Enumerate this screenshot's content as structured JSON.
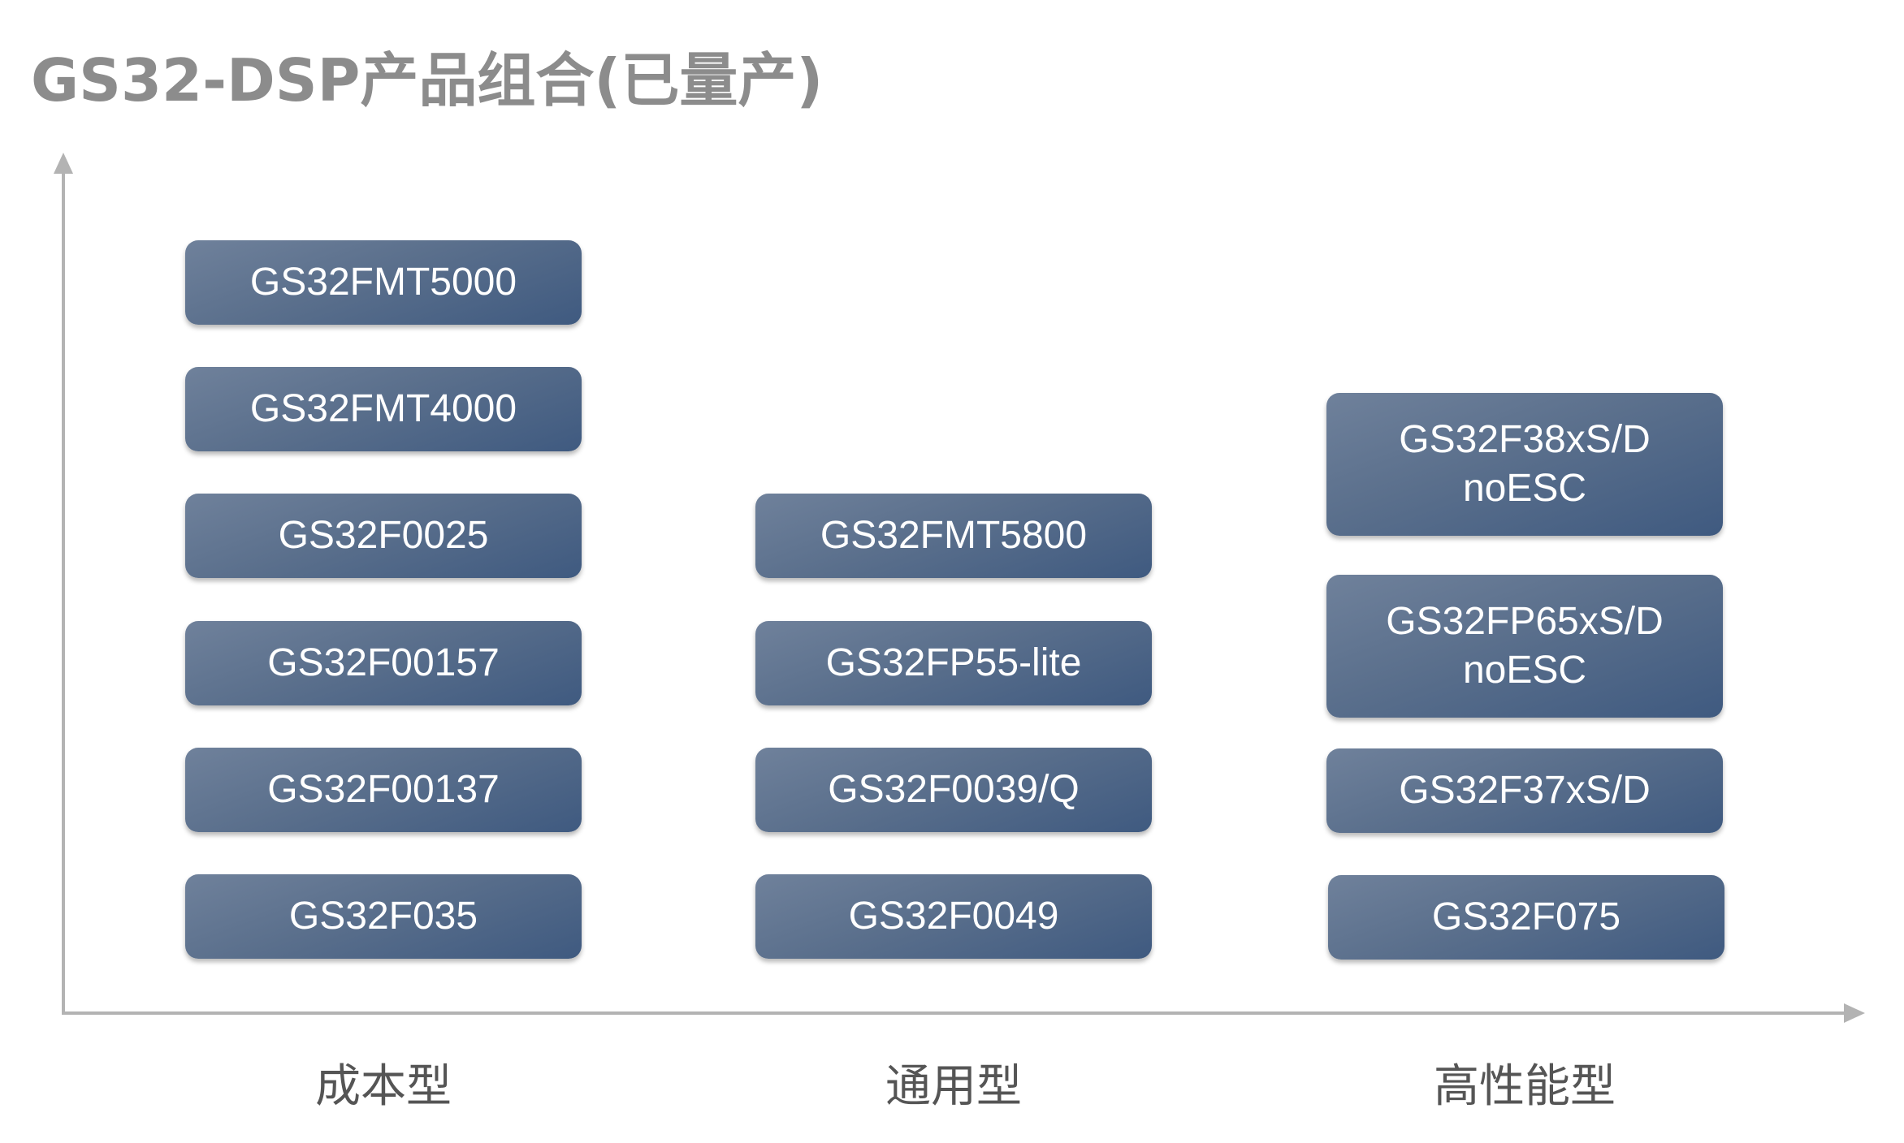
{
  "title": "GS32-DSP产品组合(已量产)",
  "colors": {
    "box_top": "#6f819b",
    "box_bottom": "#3f5a80",
    "axis": "#b3b3b3",
    "title": "#8c8c8c",
    "category_text": "#555555"
  },
  "categories": [
    {
      "label": "成本型",
      "products": [
        "GS32FMT5000",
        "GS32FMT4000",
        "GS32F0025",
        "GS32F00157",
        "GS32F00137",
        "GS32F035"
      ]
    },
    {
      "label": "通用型",
      "products": [
        "GS32FMT5800",
        "GS32FP55-lite",
        "GS32F0039/Q",
        "GS32F0049"
      ]
    },
    {
      "label": "高性能型",
      "products": [
        "GS32F38xS/D\nnoESC",
        "GS32FP65xS/D\nnoESC",
        "GS32F37xS/D",
        "GS32F075"
      ]
    }
  ]
}
